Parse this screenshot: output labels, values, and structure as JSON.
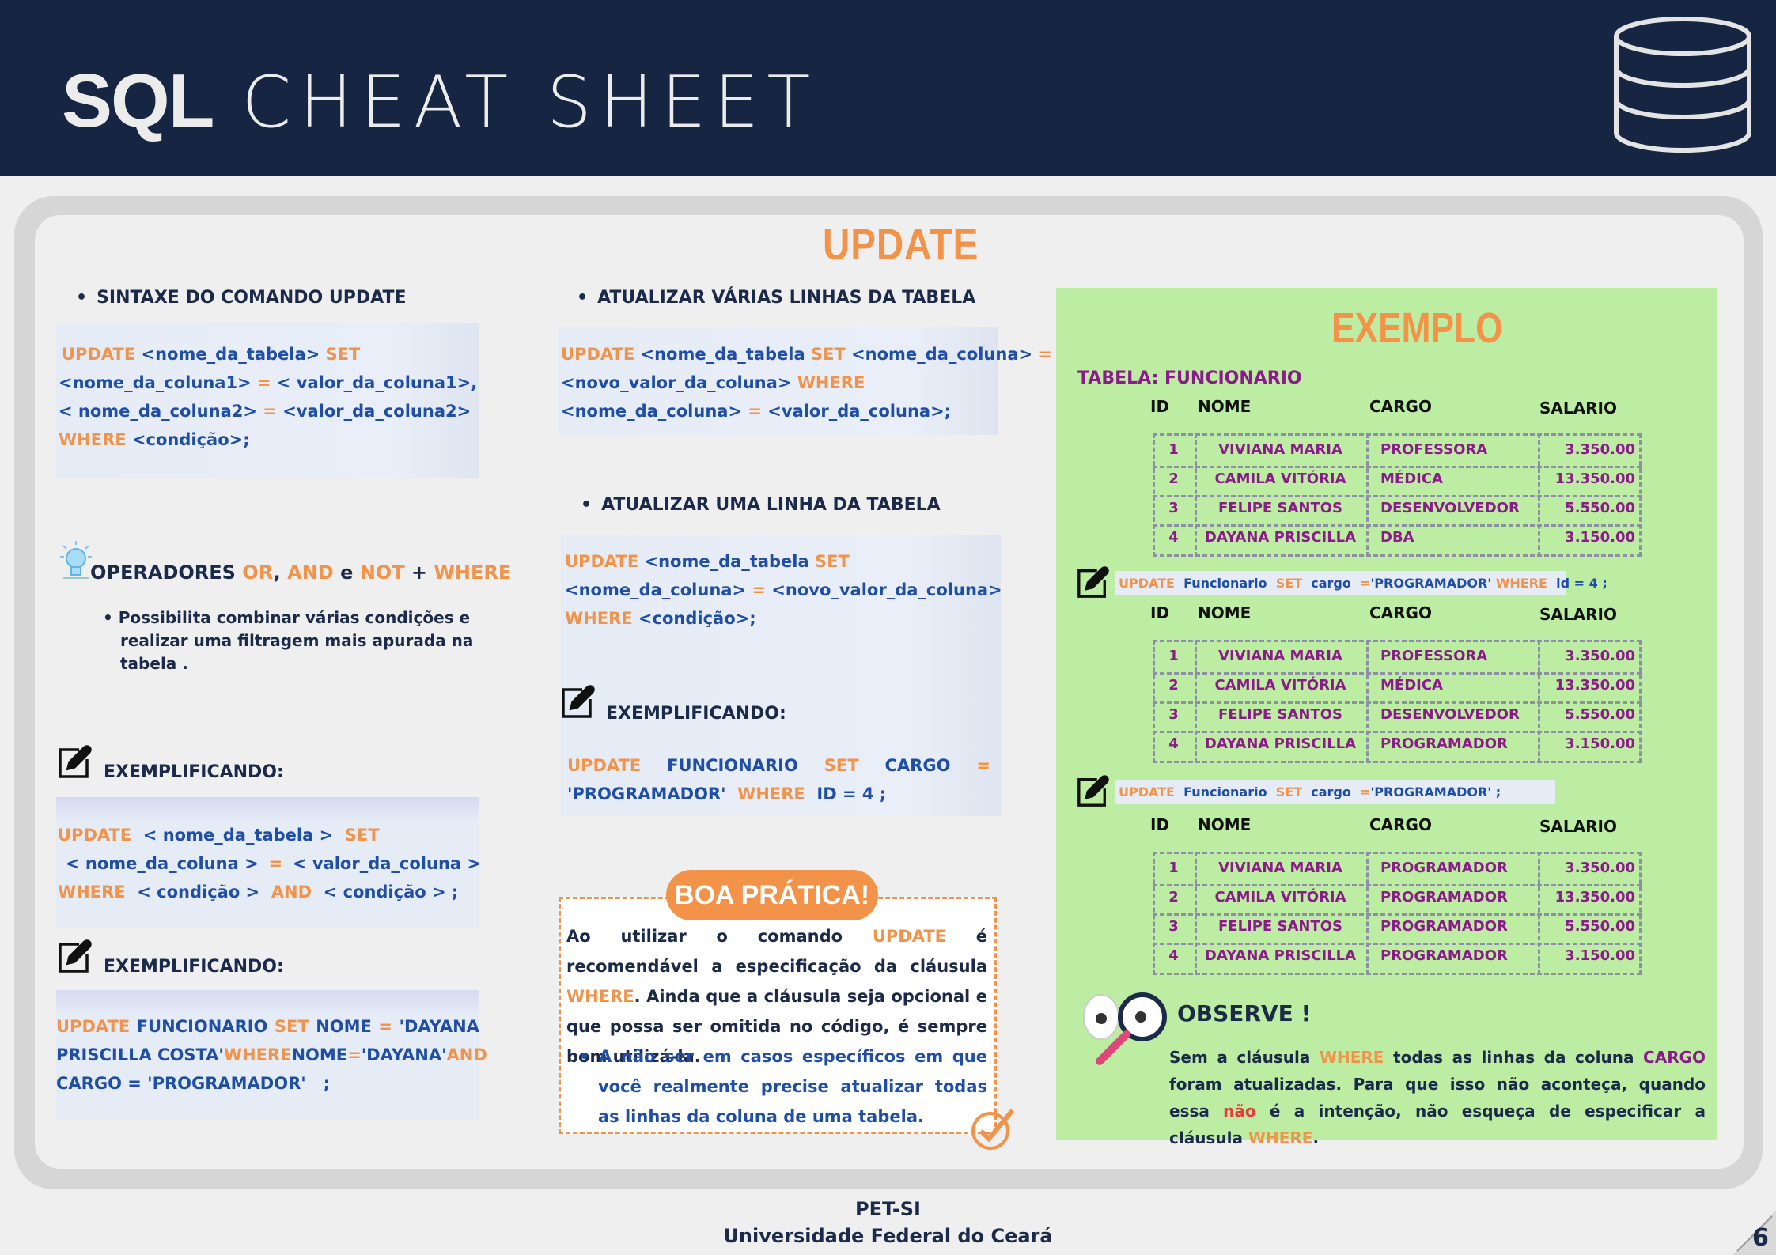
{
  "header": {
    "title_bold": "SQL",
    "title_light": "CHEAT SHEET"
  },
  "section_title": "UPDATE",
  "col1": {
    "syntax_heading": "SINTAXE  DO COMANDO UPDATE",
    "syntax_code": {
      "l1_kw1": "UPDATE",
      "l1_mid": "<nome_da_tabela>",
      "l1_kw2": "SET",
      "l2_a": "<nome_da_coluna1>",
      "l2_eq": "=",
      "l2_b": "< valor_da_coluna1>,",
      "l3_a": "< nome_da_coluna2>",
      "l3_eq": "=",
      "l3_b": "<valor_da_coluna2>",
      "l4_kw": "WHERE",
      "l4_b": "<condição>;"
    },
    "operators_heading": {
      "pre": "OPERADORES",
      "or": "OR",
      "comma": ",",
      "and": "AND",
      "e": "e",
      "not": "NOT",
      "plus": "+",
      "where": "WHERE"
    },
    "operators_desc": "Possibilita combinar várias condições e realizar uma filtragem mais apurada na tabela .",
    "ex1_label": "EXEMPLIFICANDO:",
    "ex1_code": {
      "l1": [
        "UPDATE",
        "< nome_da_tabela >",
        "SET"
      ],
      "l2": [
        "<  nome_da_coluna  >",
        "=",
        "<  valor_da_coluna  >"
      ],
      "l3_kw1": "WHERE",
      "l3_a": "< condição >",
      "l3_kw2": "AND",
      "l3_b": "< condição > ;"
    },
    "ex2_label": "EXEMPLIFICANDO:",
    "ex2_code": {
      "l1": [
        "UPDATE",
        "FUNCIONARIO",
        "SET",
        "NOME",
        "=",
        "'DAYANA"
      ],
      "l2": [
        "PRISCILLA COSTA'",
        "WHERE",
        "NOME",
        "=",
        "'DAYANA'",
        "AND"
      ],
      "l3_a": "CARGO = 'PROGRAMADOR'",
      "l3_b": ";"
    }
  },
  "col2": {
    "many_heading": "ATUALIZAR VÁRIAS LINHAS DA TABELA",
    "many_code": {
      "l1_kw": "UPDATE",
      "l1_a": "<nome_da_tabela",
      "l1_kw2": "SET",
      "l1_b": "<nome_da_coluna>",
      "l1_eq": "=",
      "l2_a": "<novo_valor_da_coluna>",
      "l2_kw": "WHERE",
      "l3_a": "<nome_da_coluna>",
      "l3_eq": "=",
      "l3_b": "<valor_da_coluna>;"
    },
    "one_heading": "ATUALIZAR UMA LINHA DA TABELA",
    "one_code": {
      "l1_kw": "UPDATE",
      "l1_a": "<nome_da_tabela",
      "l1_kw2": "SET",
      "l2_a": "<nome_da_coluna>",
      "l2_eq": "=",
      "l2_b": "<novo_valor_da_coluna>",
      "l3_kw": "WHERE",
      "l3_b": "<condição>;"
    },
    "ex_label": "EXEMPLIFICANDO:",
    "ex_code": {
      "l1": [
        "UPDATE",
        "FUNCIONARIO",
        "SET",
        "CARGO",
        "="
      ],
      "l2_a": "'PROGRAMADOR'",
      "l2_kw": "WHERE",
      "l2_b": "ID = 4 ;"
    },
    "boa_pratica": {
      "badge": "BOA PRÁTICA!",
      "p1": "Ao utilizar o comando",
      "p1_kw": "UPDATE",
      "p2": "é recomendável a especificação da cláusula",
      "p2_kw": "WHERE",
      "p3": ". Ainda que a cláusula seja opcional e que possa ser omitida no código, é  sempre bom utilizá-la.",
      "bullet": "A não ser em casos específicos em que você realmente precise atualizar todas as linhas da coluna de uma tabela."
    }
  },
  "example": {
    "title": "EXEMPLO",
    "table_label": "TABELA: FUNCIONARIO",
    "headers": [
      "ID",
      "NOME",
      "CARGO",
      "SALARIO"
    ],
    "table1": [
      [
        "1",
        "VIVIANA MARIA",
        "PROFESSORA",
        "3.350.00"
      ],
      [
        "2",
        "CAMILA VITÓRIA",
        "MÉDICA",
        "13.350.00"
      ],
      [
        "3",
        "FELIPE SANTOS",
        "DESENVOLVEDOR",
        "5.550.00"
      ],
      [
        "4",
        "DAYANA PRISCILLA",
        "DBA",
        "3.150.00"
      ]
    ],
    "sql1": {
      "kw1": "UPDATE",
      "a": "Funcionario",
      "kw2": "SET",
      "b": "cargo",
      "eq": "=",
      "c": "'PROGRAMADOR'",
      "kw3": "WHERE",
      "d": "id  =  4 ;"
    },
    "table2": [
      [
        "1",
        "VIVIANA MARIA",
        "PROFESSORA",
        "3.350.00"
      ],
      [
        "2",
        "CAMILA VITÓRIA",
        "MÉDICA",
        "13.350.00"
      ],
      [
        "3",
        "FELIPE SANTOS",
        "DESENVOLVEDOR",
        "5.550.00"
      ],
      [
        "4",
        "DAYANA PRISCILLA",
        "PROGRAMADOR",
        "3.150.00"
      ]
    ],
    "sql2": {
      "kw1": "UPDATE",
      "a": "Funcionario",
      "kw2": "SET",
      "b": "cargo",
      "eq": "=",
      "c": "'PROGRAMADOR' ;"
    },
    "table3": [
      [
        "1",
        "VIVIANA MARIA",
        "PROGRAMADOR",
        "3.350.00"
      ],
      [
        "2",
        "CAMILA VITÓRIA",
        "PROGRAMADOR",
        "13.350.00"
      ],
      [
        "3",
        "FELIPE SANTOS",
        "PROGRAMADOR",
        "5.550.00"
      ],
      [
        "4",
        "DAYANA PRISCILLA",
        "PROGRAMADOR",
        "3.150.00"
      ]
    ],
    "observe_title": "OBSERVE !",
    "observe_text": {
      "a": "Sem a cláusula",
      "kw1": "WHERE",
      "b": "todas as linhas da coluna",
      "kw2": "CARGO",
      "c": "foram atualizadas. Para que isso não aconteça, quando essa",
      "kw3": "não",
      "d": "é a intenção, não esqueça de especificar a cláusula",
      "kw4": "WHERE",
      "e": "."
    }
  },
  "footer": {
    "line1": "PET-SI",
    "line2": "Universidade Federal do Ceará",
    "page": "6"
  },
  "colors": {
    "navy": "#162541",
    "orange": "#f3934a",
    "blue": "#1f4ea8",
    "purple": "#8b1a8b",
    "green_panel": "#bdeda2"
  }
}
